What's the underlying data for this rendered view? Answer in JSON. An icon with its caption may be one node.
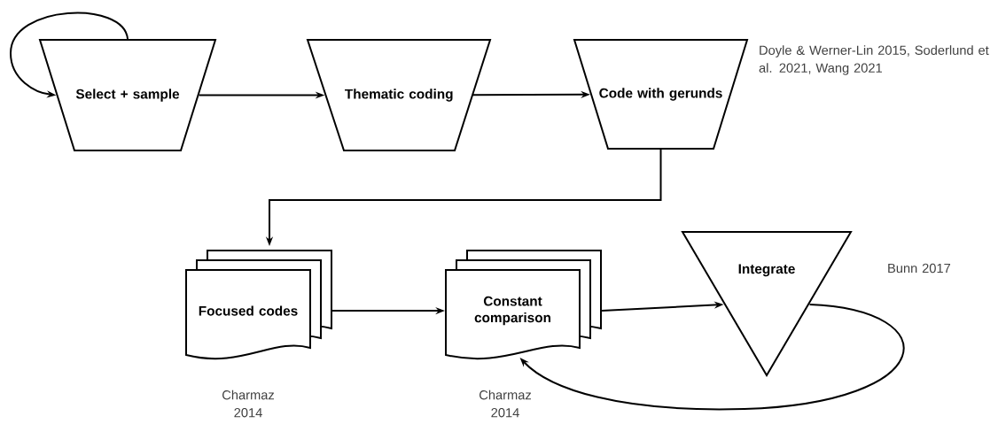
{
  "diagram": {
    "nodes": [
      {
        "text": [
          "Select + sample"
        ]
      },
      {
        "text": [
          "Thematic coding"
        ]
      },
      {
        "text": [
          "Code with gerunds"
        ],
        "beside": [
          "Doyle & Werner-Lin 2015, Soderlund et al. 2021, Wang 2021"
        ]
      },
      {
        "text": [
          "Focused codes"
        ],
        "beside": [
          "Charmaz 2014"
        ]
      },
      {
        "text": [
          "Constant comparison"
        ],
        "beside": [
          "Charmaz 2014"
        ]
      },
      {
        "text": [
          "Integrate"
        ],
        "beside": [
          "Bunn 2017"
        ]
      }
    ],
    "edges": [
      {
        "from": 0,
        "to": 0,
        "arrow": "to"
      },
      {
        "from": 0,
        "to": 1,
        "arrow": "to"
      },
      {
        "from": 1,
        "to": 2,
        "arrow": "to"
      },
      {
        "from": 2,
        "to": 3,
        "arrow": "to"
      },
      {
        "from": 3,
        "to": 4,
        "arrow": "to"
      },
      {
        "from": 4,
        "to": 5,
        "arrow": "to"
      },
      {
        "from": 5,
        "to": 4,
        "arrow": "to"
      }
    ]
  }
}
